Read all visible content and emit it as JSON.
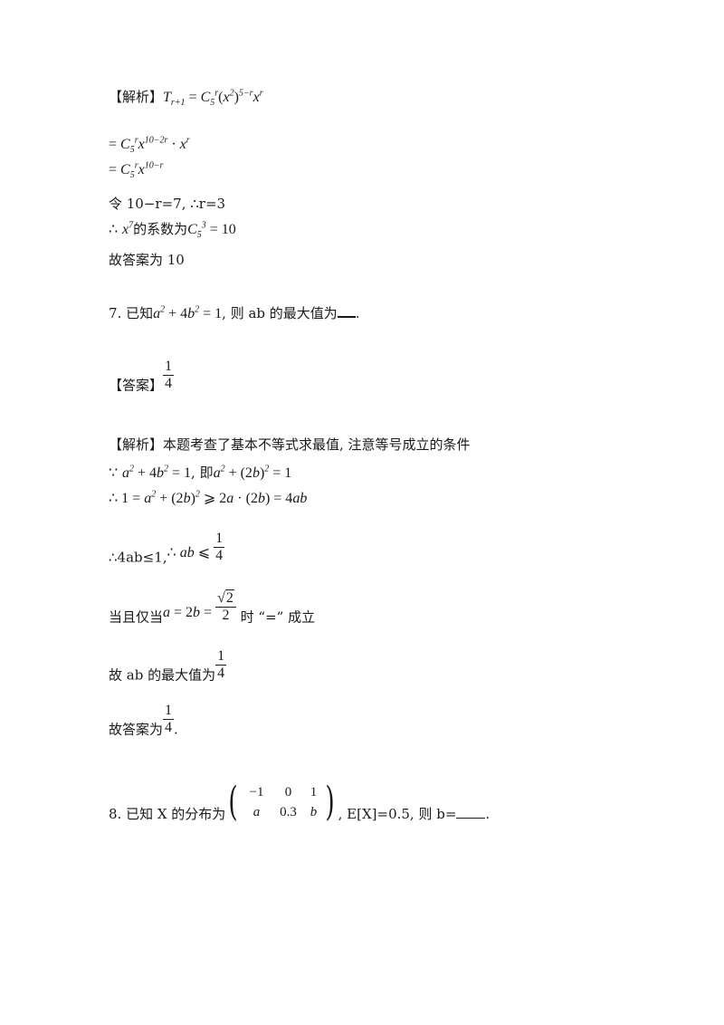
{
  "lines": {
    "l1_label": "【解析】",
    "l2": "= C₅ʳx¹⁰⁻²ʳ · xʳ",
    "l3": "= C₅ʳx¹⁰⁻ʳ",
    "l4": "令 10−r=7, ∴r=3",
    "l5_tail": "的系数为",
    "l6": "故答案为 10",
    "q7_pre": "7. 已知",
    "q7_mid": ", 则 ab 的最大值为",
    "q7_end": ".",
    "ans_label": "【答案】",
    "ans_num": "1",
    "ans_den": "4",
    "jx_label": "【解析】",
    "jx_text": "本题考查了基本不等式求最值, 注意等号成立的条件",
    "s1_mid": ", 即",
    "s3_pre": "∴4ab≤1,",
    "s4_pre": "当且仅当",
    "s4_post": " 时 “=” 成立",
    "s5_pre": "故 ab 的最大值为",
    "s6_pre": "故答案为",
    "s6_end": ".",
    "q8_pre": "8. 已知 X 的分布为",
    "q8_post": ", E[X]=0.5, 则 b=",
    "q8_end": "."
  },
  "matrix": {
    "row1": [
      "−1",
      "0",
      "1"
    ],
    "row2": [
      "a",
      "0.3",
      "b"
    ]
  }
}
